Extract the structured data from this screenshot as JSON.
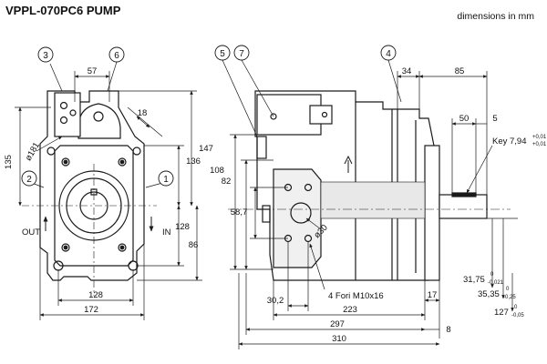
{
  "title": "VPPL-070PC6 PUMP",
  "units": "dimensions in mm",
  "colors": {
    "line": "#1a1a1a",
    "fill": "#ffffff",
    "shade": "#e8e8e8"
  },
  "balloons": [
    "3",
    "6",
    "2",
    "1",
    "5",
    "7",
    "4"
  ],
  "port_labels": {
    "out": "OUT",
    "in": "IN"
  },
  "front_view": {
    "dims": [
      "57",
      "18",
      "ø181",
      "135",
      "147",
      "136",
      "128",
      "86",
      "128",
      "172"
    ]
  },
  "side_view": {
    "dims": [
      "34",
      "85",
      "50",
      "5",
      "108",
      "82",
      "58,7",
      "ø30",
      "30,2",
      "4 Fori M10x16",
      "223",
      "17",
      "297",
      "8",
      "310"
    ],
    "key": {
      "text": "Key 7,94",
      "sup": "+0,01",
      "sub": "+0,01"
    },
    "tolerances": [
      {
        "value": "31,75",
        "sup": "0",
        "sub": "-0,021"
      },
      {
        "value": "35,35",
        "sup": "0",
        "sub": "-0,25"
      },
      {
        "value": "127",
        "sup": "0",
        "sub": "-0,05"
      }
    ]
  }
}
